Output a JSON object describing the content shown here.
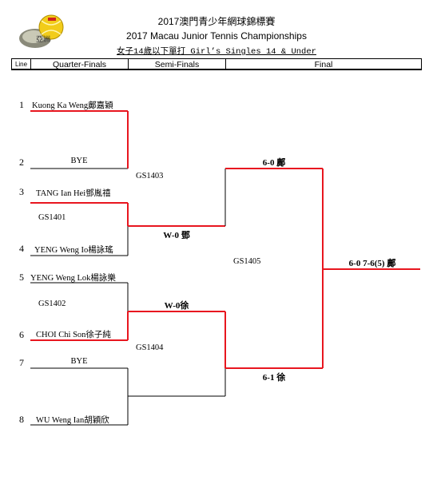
{
  "header": {
    "title_zh": "2017澳門青少年網球錦標賽",
    "title_en": "2017 Macau Junior Tennis Championships",
    "event": "女子14歲以下單打 Girl’s Singles 14 & Under",
    "logo_text": "亞洲"
  },
  "columns": {
    "line": "Line",
    "quarter": "Quarter-Finals",
    "semi": "Semi-Finals",
    "final": "Final"
  },
  "players": [
    {
      "line": "1",
      "name": "Kuong Ka Weng鄺嘉穎"
    },
    {
      "line": "2",
      "name": "BYE"
    },
    {
      "line": "3",
      "name": "TANG Ian Hei鄧胤禧"
    },
    {
      "line": "4",
      "name": "YENG Weng Io楊詠瑤"
    },
    {
      "line": "5",
      "name": "YENG Weng Lok楊詠樂"
    },
    {
      "line": "6",
      "name": "CHOI Chi Son徐子純"
    },
    {
      "line": "7",
      "name": "BYE"
    },
    {
      "line": "8",
      "name": "WU Weng Ian胡穎欣"
    }
  ],
  "matches": {
    "gs1401": "GS1401",
    "gs1402": "GS1402",
    "gs1403": "GS1403",
    "gs1404": "GS1404",
    "gs1405": "GS1405"
  },
  "scores": {
    "sf1_top": "6-0 鄺",
    "qf2": "W-0 鄧",
    "qf3": "W-0徐",
    "sf2": "6-1 徐",
    "final": "6-0 7-6(5) 鄺"
  },
  "colors": {
    "winner_line": "#e8161f",
    "line": "#000000"
  }
}
